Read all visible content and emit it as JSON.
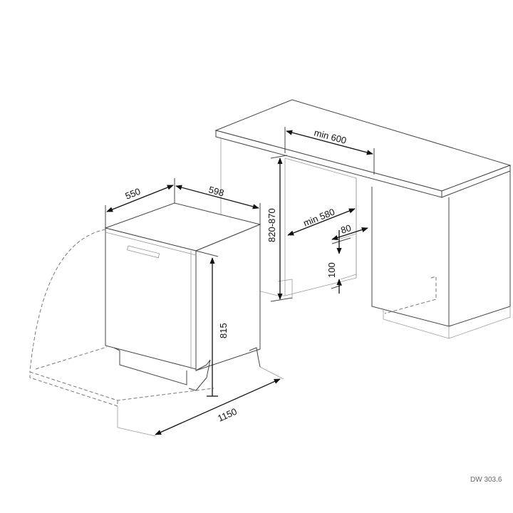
{
  "dimensions": {
    "depth": "550",
    "width": "598",
    "height": "815",
    "door_open": "1150",
    "niche_height": "820-870",
    "niche_width": "min 600",
    "niche_depth": "min 580",
    "service_width": "80",
    "service_height": "100"
  },
  "model_code": "DW 303.6"
}
